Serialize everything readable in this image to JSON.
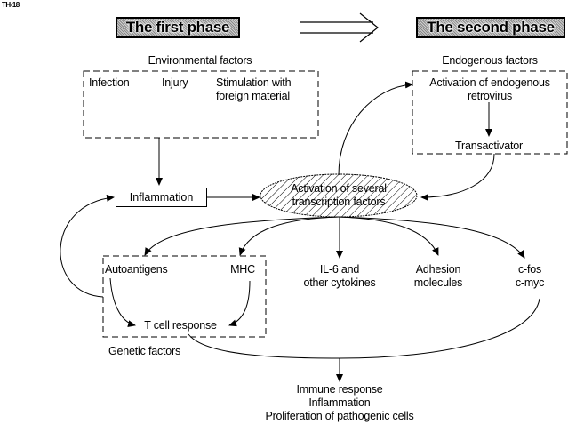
{
  "corner_label": "TH-18",
  "phases": {
    "first": "The first phase",
    "second": "The second phase"
  },
  "environmental": {
    "heading": "Environmental factors",
    "items": [
      "Infection",
      "Injury",
      "Stimulation with\nforeign material"
    ]
  },
  "endogenous": {
    "heading": "Endogenous factors",
    "retrovirus": "Activation of endogenous\nretrovirus",
    "transactivator": "Transactivator"
  },
  "inflammation_box": "Inflammation",
  "central_node": "Activation of several\ntranscription factors",
  "genetic": {
    "label": "Genetic factors",
    "autoantigens": "Autoantigens",
    "mhc": "MHC",
    "t_cell": "T cell response"
  },
  "targets": {
    "il6": "IL-6 and\nother cytokines",
    "adhesion": "Adhesion\nmolecules",
    "cfos": "c-fos\nc-myc"
  },
  "outcome": "Immune response\nInflammation\nProliferation of pathogenic cells"
}
